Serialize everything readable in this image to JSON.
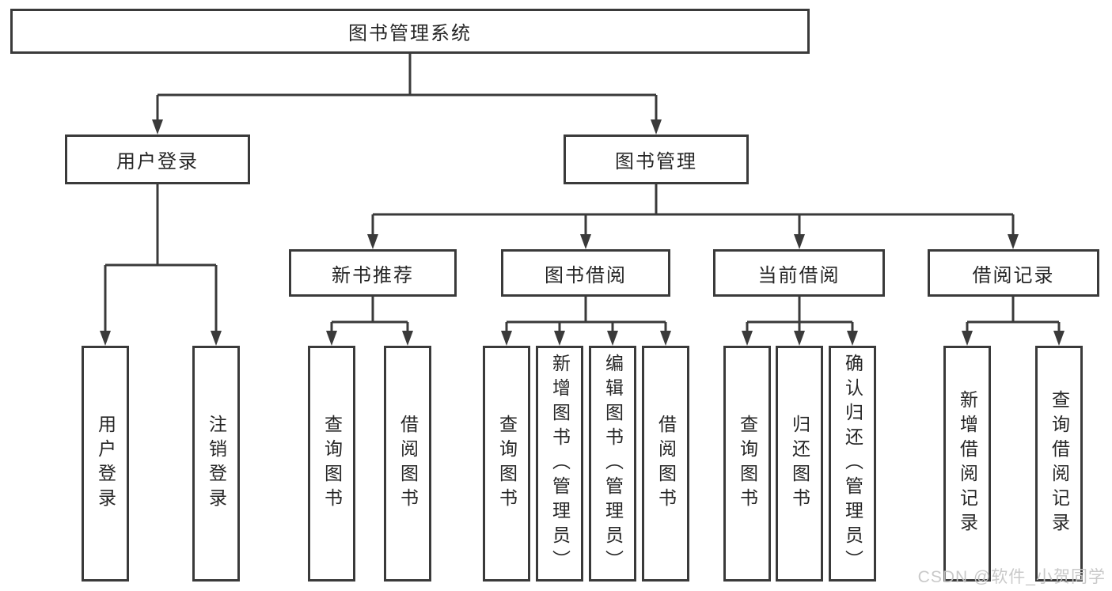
{
  "tree": {
    "label": "图书管理系统",
    "children": [
      {
        "label": "用户登录",
        "children": [
          {
            "label": "用户登录"
          },
          {
            "label": "注销登录"
          }
        ]
      },
      {
        "label": "图书管理",
        "children": [
          {
            "label": "新书推荐",
            "children": [
              {
                "label": "查询图书"
              },
              {
                "label": "借阅图书"
              }
            ]
          },
          {
            "label": "图书借阅",
            "children": [
              {
                "label": "查询图书"
              },
              {
                "label": "新增图书（管理员）"
              },
              {
                "label": "编辑图书（管理员）"
              },
              {
                "label": "借阅图书"
              }
            ]
          },
          {
            "label": "当前借阅",
            "children": [
              {
                "label": "查询图书"
              },
              {
                "label": "归还图书"
              },
              {
                "label": "确认归还（管理员）"
              }
            ]
          },
          {
            "label": "借阅记录",
            "children": [
              {
                "label": "新增借阅记录"
              },
              {
                "label": "查询借阅记录"
              }
            ]
          }
        ]
      }
    ]
  },
  "watermark": {
    "text": "CSDN @软件_小贺同学"
  },
  "colors": {
    "line": "#3a3a3a",
    "box_border": "#3a3a3a",
    "box_fill": "#ffffff",
    "text": "#262626",
    "watermark": "#c6c6c6",
    "background": "#ffffff"
  }
}
